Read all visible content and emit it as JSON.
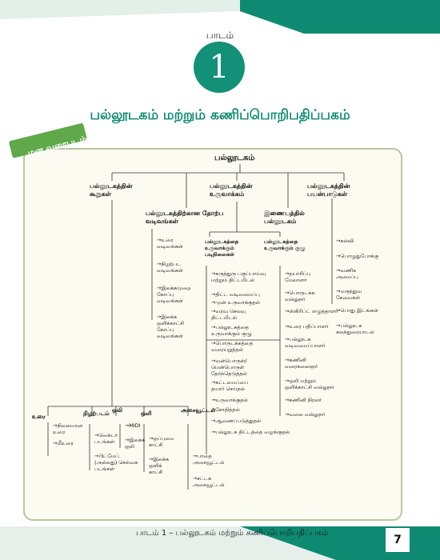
{
  "header": {
    "lesson_label": "பாடம்",
    "lesson_number": "1",
    "title": "பல்லூடகம் மற்றும் கணிப்பொறிபதிப்பகம்",
    "map_tab": "மன வரைபடம்"
  },
  "colors": {
    "accent": "#139178",
    "band": "#0e8a72",
    "box_border": "#b7c79b",
    "tab": "#5fa94a"
  },
  "mindmap": {
    "root": "பல்லூடகம்",
    "components": "பல்லூடகத்தின் கூறுகள்",
    "presentation": "பல்லூடகத்திற்கான தோற்ப வடிவங்கள்",
    "production": "பல்லூடகத்தின் உருவாக்கம்",
    "online": "இணையத்தில் பல்லூடகம்",
    "uses": "பல்லூடகத்தின் பயன்பாடுகள்",
    "presentation_items": [
      "உரை வடிவங்கள்",
      "நிழற்பட வடிவங்கள்",
      "இலக்கமுறை கோப்பு வடிவங்கள்",
      "இலக்க ஒளிக்காட்சி கோப்பு வடிவங்கள்"
    ],
    "uses_items": [
      "கல்வி",
      "பொழுதுபோக்கு",
      "வணிக அமைப்பு",
      "மருத்துவ சேவைகள்",
      "பொது இடங்கள்",
      "பல்லூடக கலந்துரையாடல்"
    ],
    "stages_head": "பல்லூடகத்தை உருவாக்கும் படிநிலைகள்",
    "stages": [
      "கருத்துரு பகுப்பாய்வு மற்றும் திட்டமிடல்",
      "திட்ட வடிவமைப்பு",
      "முன் உருவாக்குதல்",
      "வரவு செலவு திட்டமிடல்",
      "பல்லூடகத்தை உருவாக்கும் குழு",
      "பொருடக்கத்தை வரையறுத்தல்",
      "வன்பொருள்/ மென்பொருள் தேர்ந்தெடுத்தல்",
      "கட்டமைப்பை தயார் செய்தல்",
      "உருவாக்குதல்",
      "சோதித்தல்",
      "ஆவணப்படுத்துதல்",
      "பல்லூடக திட்டத்தை வழங்குதல்"
    ],
    "team_head": "பல்லூடகத்தை உருவாக்கும் குழு",
    "team": [
      "தயாரிப்பு மேலாளர்",
      "பொருடக்க வல்லுநர்",
      "ஸ்கிரிப்ட் எழுத்தாளர்",
      "உரை பதிப்பாளர்",
      "பல்லூடக வடிவமைப்பாளர்",
      "கணினி வரைகலைஞர்",
      "ஒலி மற்றும் ஒளிக்காட்சி வல்லுநர்",
      "கணினி நிரலர்",
      "வலை வல்லுநர்"
    ],
    "comp_row": [
      "உரை",
      "நிழற்படம்",
      "ஒலி",
      "ஒளி",
      "அசைவூட்டல்"
    ],
    "text_items": [
      "நிலையான உரை",
      "மீஉரை"
    ],
    "image_items": [
      "வெக்டர் படங்கள்",
      "பிட்மேப் (அல்லது) செல்வக படங்கள்"
    ],
    "sound_items": [
      "MIDI",
      "இலக்க ஒலி"
    ],
    "video_items": [
      "ஒப்புமை காட்சி",
      "இலக்க ஒளிக் காட்சி"
    ],
    "anim_items": [
      "பாதை அசைவூட்டல்",
      "சட்டக அசைவூட்டல்"
    ]
  },
  "footer": {
    "text": "பாடம் 1  –  பல்லூடகம் மற்றும் கணிப்பொறிபதிப்பகம்",
    "page_number": "7"
  }
}
